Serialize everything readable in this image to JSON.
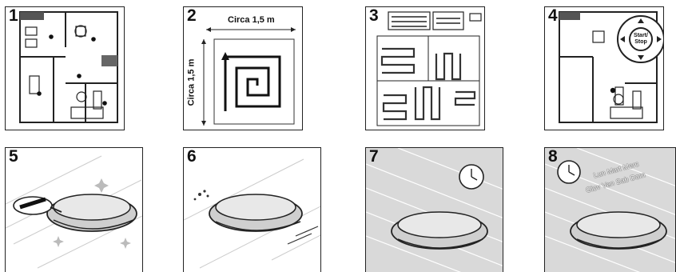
{
  "panels": [
    {
      "number": "1"
    },
    {
      "number": "2",
      "width_label": "Circa 1,5 m",
      "height_label": "Circa 1,5 m"
    },
    {
      "number": "3"
    },
    {
      "number": "4",
      "button_label_line1": "Start/",
      "button_label_line2": "Stop"
    },
    {
      "number": "5"
    },
    {
      "number": "6"
    },
    {
      "number": "7"
    },
    {
      "number": "8",
      "day_line1": "Lun Mart Merc",
      "day_line2": "Giov Ven Sab Dom"
    }
  ]
}
